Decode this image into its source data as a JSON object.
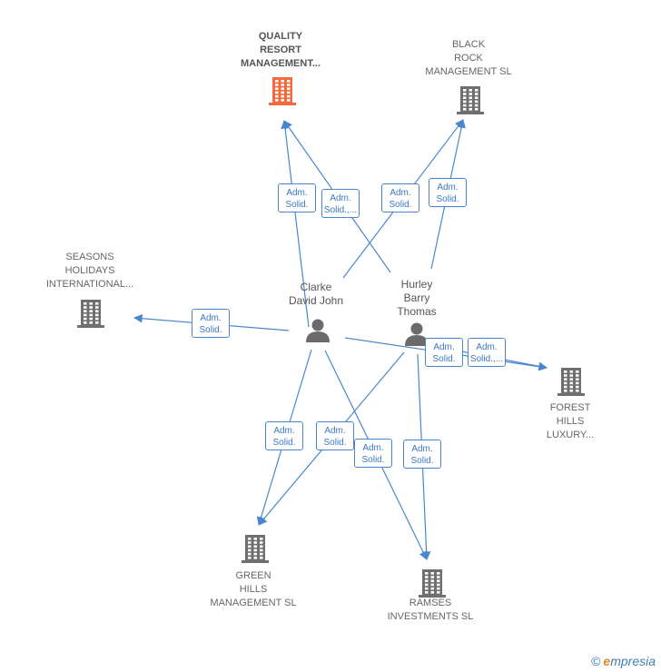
{
  "colors": {
    "edge": "#4a86cf",
    "building": "#6f6f6f",
    "building_highlight": "#f26a3d",
    "person": "#6b6b6b"
  },
  "companies": [
    {
      "id": "quality",
      "label": "QUALITY\nRESORT\nMANAGEMENT...",
      "highlight": true,
      "icon": "building-icon"
    },
    {
      "id": "blackrock",
      "label": "BLACK\nROCK\nMANAGEMENT SL",
      "highlight": false,
      "icon": "building-icon"
    },
    {
      "id": "seasons",
      "label": "SEASONS\nHOLIDAYS\nINTERNATIONAL...",
      "highlight": false,
      "icon": "building-icon"
    },
    {
      "id": "forest",
      "label": "FOREST\nHILLS\nLUXURY...",
      "highlight": false,
      "icon": "building-icon"
    },
    {
      "id": "green",
      "label": "GREEN\nHILLS\nMANAGEMENT SL",
      "highlight": false,
      "icon": "building-icon"
    },
    {
      "id": "ramses",
      "label": "RAMSES\nINVESTMENTS SL",
      "highlight": false,
      "icon": "building-icon"
    }
  ],
  "people": [
    {
      "id": "clarke",
      "label": "Clarke\nDavid John",
      "icon": "person-icon"
    },
    {
      "id": "hurley",
      "label": "Hurley\nBarry\nThomas",
      "icon": "person-icon"
    }
  ],
  "edges": [
    {
      "from": "clarke",
      "to": "quality",
      "label": "Adm.\nSolid."
    },
    {
      "from": "hurley",
      "to": "quality",
      "label": "Adm.\nSolid.,..."
    },
    {
      "from": "clarke",
      "to": "blackrock",
      "label": "Adm.\nSolid."
    },
    {
      "from": "hurley",
      "to": "blackrock",
      "label": "Adm.\nSolid."
    },
    {
      "from": "clarke",
      "to": "seasons",
      "label": "Adm.\nSolid."
    },
    {
      "from": "clarke",
      "to": "forest",
      "label": "Adm.\nSolid."
    },
    {
      "from": "hurley",
      "to": "forest",
      "label": "Adm.\nSolid.,..."
    },
    {
      "from": "clarke",
      "to": "green",
      "label": "Adm.\nSolid."
    },
    {
      "from": "hurley",
      "to": "green",
      "label": "Adm.\nSolid."
    },
    {
      "from": "clarke",
      "to": "ramses",
      "label": "Adm.\nSolid."
    },
    {
      "from": "hurley",
      "to": "ramses",
      "label": "Adm.\nSolid."
    }
  ],
  "brand": {
    "copyright": "©",
    "name_initial": "e",
    "name_rest": "mpresia"
  }
}
